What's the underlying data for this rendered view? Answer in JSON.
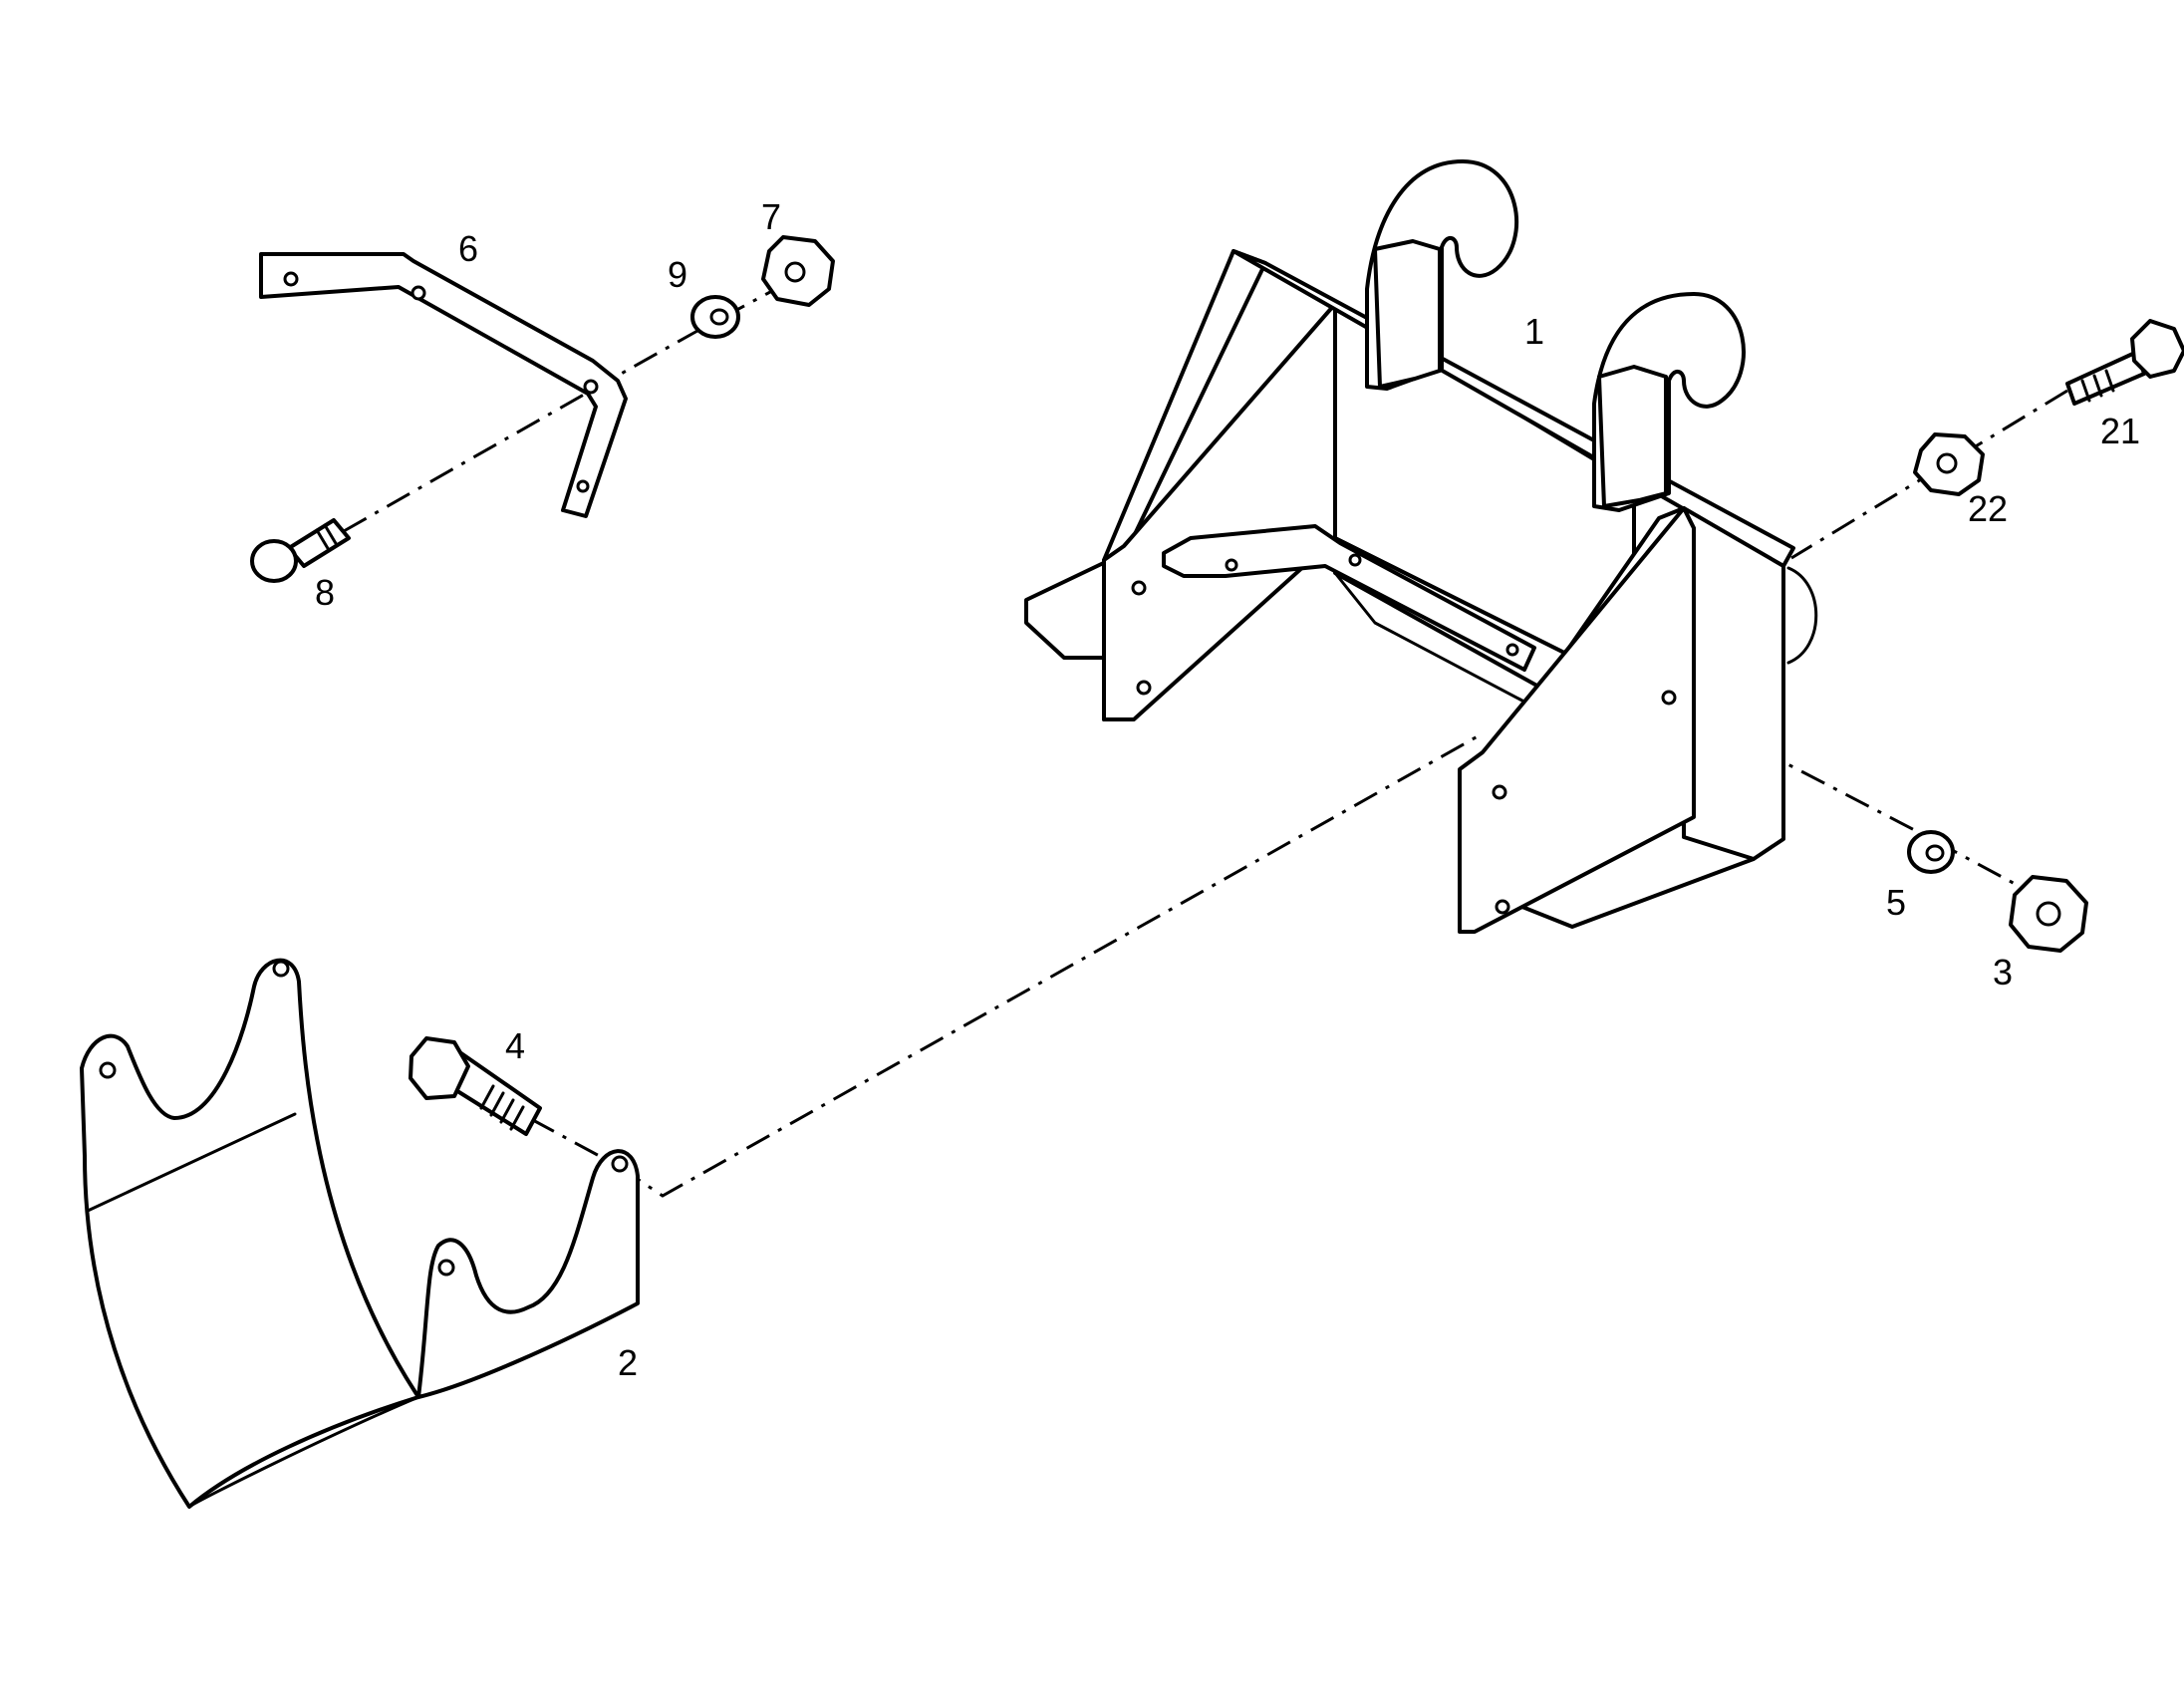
{
  "callouts": {
    "p1": "1",
    "p2": "2",
    "p3": "3",
    "p4": "4",
    "p5": "5",
    "p6": "6",
    "p7": "7",
    "p8": "8",
    "p9": "9",
    "p21": "21",
    "p22": "22"
  },
  "colors": {
    "line": "#000000",
    "background": "#ffffff"
  }
}
